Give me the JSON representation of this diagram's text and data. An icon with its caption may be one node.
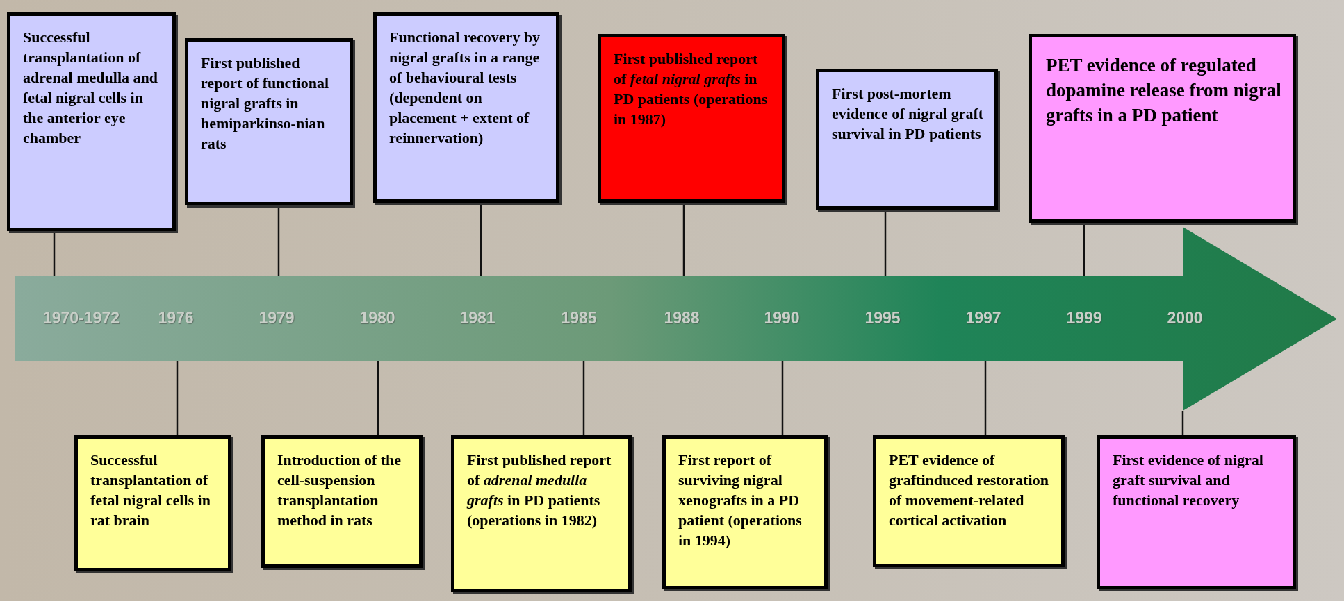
{
  "diagram": {
    "nodes": [
      {
        "text": [
          "Successful transplantation of adrenal medulla and fetal nigral cells in the anterior eye chamber"
        ]
      },
      {
        "text": [
          "First published report of functional nigral grafts in hemiparkinso-nian rats"
        ]
      },
      {
        "text": [
          "Functional recovery by nigral grafts in a range of behavioural tests (dependent on placement + extent of reinnervation)"
        ]
      },
      {
        "text": [
          "First published report of *fetal nigral grafts* in PD patients (operations in 1987)"
        ]
      },
      {
        "text": [
          "First post-mortem evidence of nigral graft survival in PD patients"
        ]
      },
      {
        "text": [
          "PET evidence of regulated dopamine release from nigral grafts in a PD patient"
        ]
      },
      {
        "text": [
          "1970-1972",
          "1976",
          "1979",
          "1980",
          "1981",
          "1985",
          "1988",
          "1990",
          "1995",
          "1997",
          "1999",
          "2000"
        ]
      },
      {
        "text": [
          "Successful transplantation of fetal nigral cells in rat brain"
        ]
      },
      {
        "text": [
          "Introduction of the cell-suspension transplantation method in rats"
        ]
      },
      {
        "text": [
          "First published report of *adrenal medulla grafts* in PD patients (operations in 1982)"
        ]
      },
      {
        "text": [
          "First report of surviving nigral xenografts in a PD patient (operations in 1994)"
        ]
      },
      {
        "text": [
          "PET evidence of graftinduced restoration of movement-related cortical activation"
        ]
      },
      {
        "text": [
          "First evidence of nigral graft survival and functional recovery"
        ]
      }
    ],
    "edges": [
      {
        "from": 0,
        "to": 6,
        "arrow": "none"
      },
      {
        "from": 1,
        "to": 6,
        "arrow": "none"
      },
      {
        "from": 2,
        "to": 6,
        "arrow": "none"
      },
      {
        "from": 3,
        "to": 6,
        "arrow": "none"
      },
      {
        "from": 4,
        "to": 6,
        "arrow": "none"
      },
      {
        "from": 5,
        "to": 6,
        "arrow": "none"
      },
      {
        "from": 7,
        "to": 6,
        "arrow": "none"
      },
      {
        "from": 8,
        "to": 6,
        "arrow": "none"
      },
      {
        "from": 9,
        "to": 6,
        "arrow": "none"
      },
      {
        "from": 10,
        "to": 6,
        "arrow": "none"
      },
      {
        "from": 11,
        "to": 6,
        "arrow": "none"
      },
      {
        "from": 12,
        "to": 6,
        "arrow": "none"
      }
    ]
  }
}
